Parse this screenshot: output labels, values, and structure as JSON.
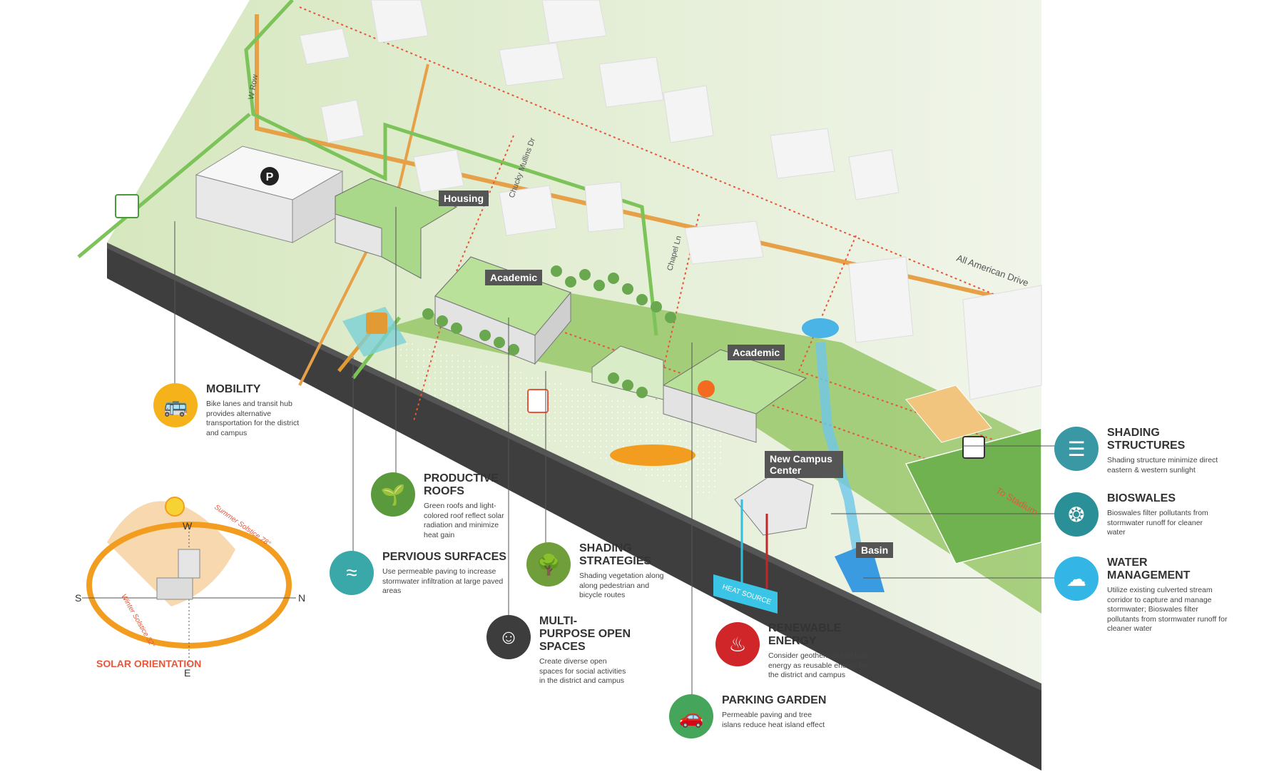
{
  "streets": {
    "w_row": "W Row",
    "chucky": "Chucky Mullins Dr",
    "chapel": "Chapel Ln",
    "all_american": "All American Drive",
    "to_stadium": "To Stadium"
  },
  "labels": {
    "housing": "Housing",
    "academic_1": "Academic",
    "academic_2": "Academic",
    "new_campus_center": "New Campus Center",
    "basin": "Basin",
    "heat_source": "HEAT SOURCE",
    "parking": "P"
  },
  "callouts": {
    "mobility": {
      "title": "MOBILITY",
      "desc": "Bike lanes and transit hub provides alternative transportation for the district and campus"
    },
    "productive_roofs": {
      "title": "PRODUCTIVE ROOFS",
      "desc": "Green roofs and light-colored roof reflect solar radiation and minimize heat gain"
    },
    "pervious_surfaces": {
      "title": "PERVIOUS SURFACES",
      "desc": "Use permeable paving to increase stormwater infiltration at large paved areas"
    },
    "shading_strategies": {
      "title": "SHADING STRATEGIES",
      "desc": "Shading vegetation along along pedestrian and bicycle routes"
    },
    "multi_purpose": {
      "title": "MULTI-PURPOSE OPEN SPACES",
      "desc": "Create diverse open spaces for social activities in the district and campus"
    },
    "renewable_energy": {
      "title": "RENEWABLE ENERGY",
      "desc": "Consider geothermal and solar energy as reusable energy for the district and campus"
    },
    "parking_garden": {
      "title": "PARKING GARDEN",
      "desc": "Permeable paving and tree islans reduce heat island effect"
    },
    "shading_structures": {
      "title": "SHADING STRUCTURES",
      "desc": "Shading structure minimize direct eastern & western sunlight"
    },
    "bioswales": {
      "title": "BIOSWALES",
      "desc": "Bioswales filter pollutants from stormwater runoff for cleaner water"
    },
    "water_management": {
      "title": "WATER MANAGEMENT",
      "desc": "Utilize existing culverted stream corridor to capture and manage stormwater; Bioswales filter pollutants from stormwater runoff for cleaner water"
    }
  },
  "solar": {
    "title": "SOLAR ORIENTATION",
    "summer": "Summer Solstice 78°",
    "winter": "Winter Solstice 32°",
    "w": "W",
    "s": "S",
    "n": "N",
    "e": "E"
  },
  "colors": {
    "mobility": "#f5b21b",
    "productive_roofs": "#5a9a3c",
    "pervious_surfaces": "#3aa7a8",
    "shading_strategies": "#6f9e3a",
    "multi_purpose": "#3d3d3d",
    "renewable_energy": "#d0262a",
    "parking_garden": "#45a55a",
    "shading_structures": "#3a98a5",
    "bioswales": "#2a8f97",
    "water_management": "#33b5e5"
  }
}
